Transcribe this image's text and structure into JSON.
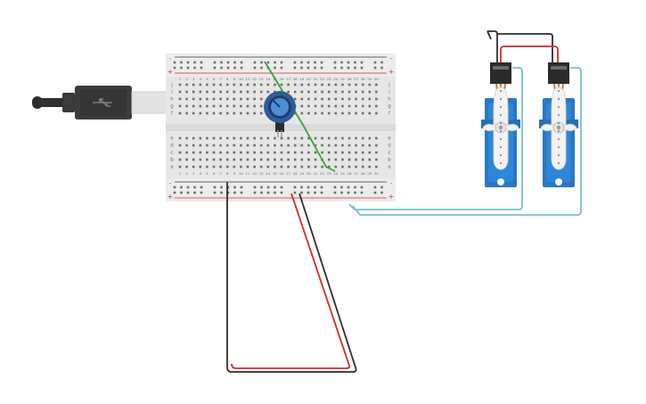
{
  "breadboard": {
    "rows_top": [
      "j",
      "i",
      "h",
      "g",
      "f"
    ],
    "rows_bottom": [
      "e",
      "d",
      "c",
      "b",
      "a"
    ],
    "columns": [
      "1",
      "2",
      "3",
      "4",
      "5",
      "6",
      "7",
      "8",
      "9",
      "10",
      "11",
      "12",
      "13",
      "14",
      "15",
      "16",
      "17",
      "18",
      "19",
      "20",
      "21",
      "22",
      "23",
      "24",
      "25",
      "26",
      "27",
      "28",
      "29",
      "30"
    ],
    "rail_minus": "-",
    "rail_plus": "+"
  },
  "colors": {
    "wire_red": "#d42a2a",
    "wire_black": "#2d2d2d",
    "wire_green": "#33a533",
    "wire_teal": "#74c2c8",
    "servo_blue": "#2778c5",
    "usb_body": "#3c3c3c",
    "pot_blue": "#2f5e9a"
  },
  "icons": {
    "usb": "usb-plug-icon",
    "potentiometer": "potentiometer-icon",
    "servo": "servo-motor-icon"
  }
}
